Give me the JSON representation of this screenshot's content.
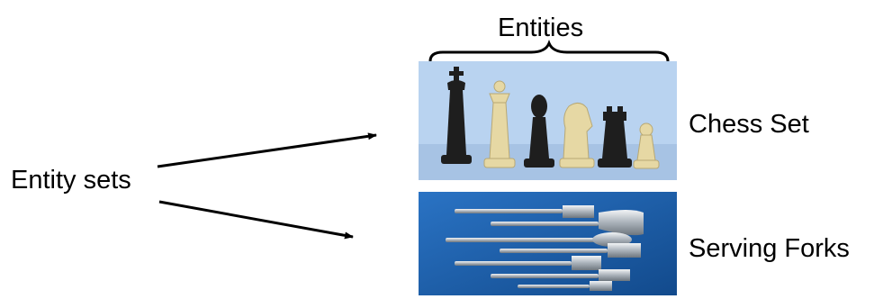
{
  "labels": {
    "entities": "Entities",
    "entity_sets": "Entity sets",
    "chess_set": "Chess Set",
    "serving_forks": "Serving Forks"
  },
  "colors": {
    "chess_background": "#b9d3f0",
    "forks_background": "#1d5fa8",
    "line": "#000000"
  }
}
